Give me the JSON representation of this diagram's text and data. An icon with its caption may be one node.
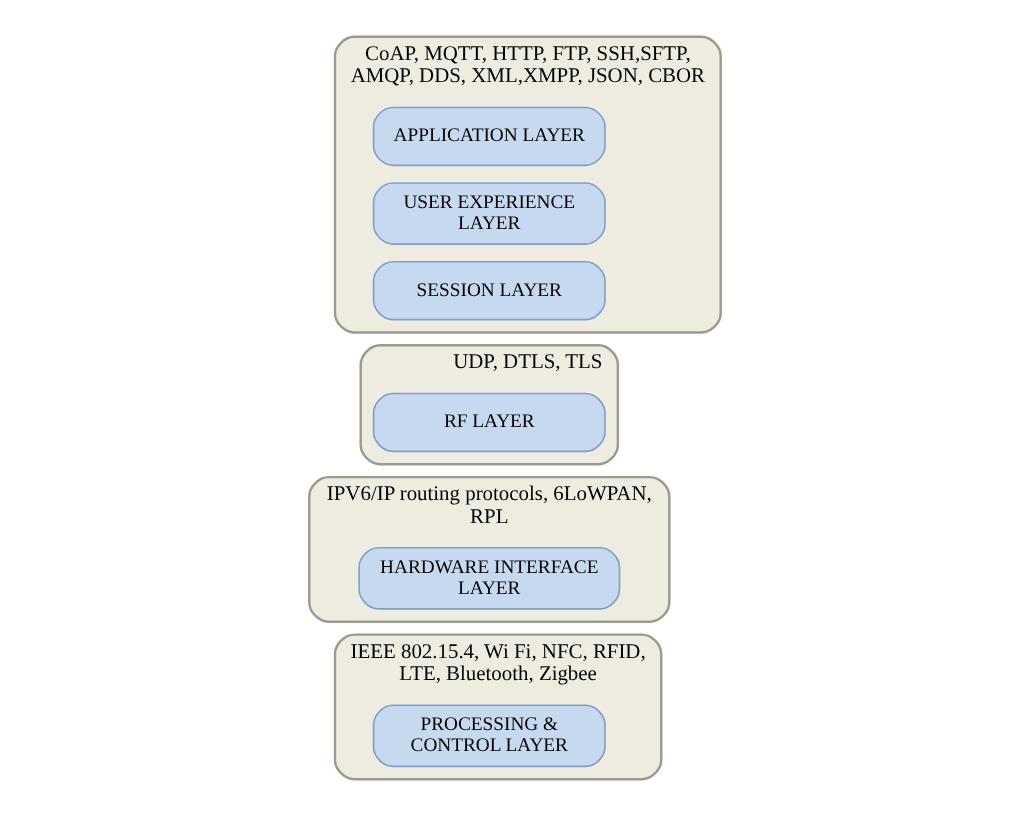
{
  "diagram": {
    "nodes": [
      {
        "text": [
          "CoAP, MQTT, HTTP, FTP, SSH,SFTP, AMQP, DDS, XML,XMPP, JSON, CBOR"
        ]
      },
      {
        "text": [
          "APPLICATION LAYER"
        ],
        "in": 0
      },
      {
        "text": [
          "USER EXPERIENCE LAYER"
        ],
        "in": 0
      },
      {
        "text": [
          "SESSION LAYER"
        ],
        "in": 0
      },
      {
        "text": [
          "UDP, DTLS, TLS"
        ]
      },
      {
        "text": [
          "RF LAYER"
        ],
        "in": 4
      },
      {
        "text": [
          "IPV6/IP routing protocols, 6LoWPAN, RPL"
        ]
      },
      {
        "text": [
          "HARDWARE INTERFACE LAYER"
        ],
        "in": 6
      },
      {
        "text": [
          "IEEE 802.15.4, Wi Fi, NFC, RFID, LTE, Bluetooth, Zigbee"
        ]
      },
      {
        "text": [
          "PROCESSING & CONTROL LAYER"
        ],
        "in": 8
      }
    ],
    "edges": []
  }
}
